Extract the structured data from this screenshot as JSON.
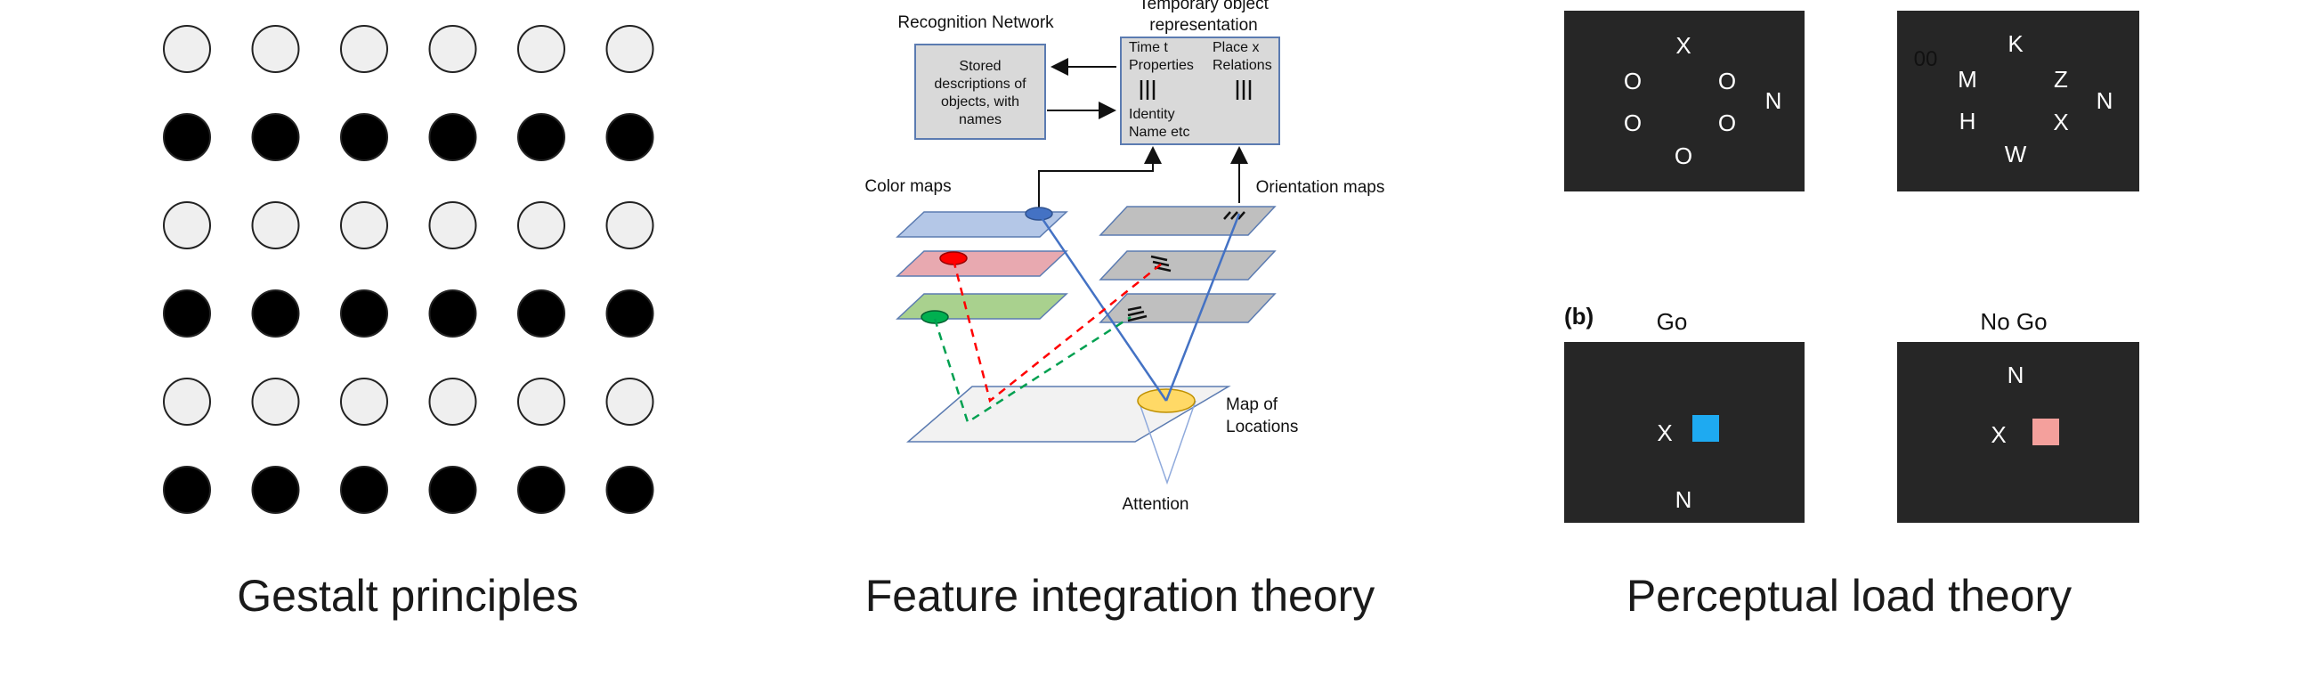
{
  "captions": {
    "gestalt": "Gestalt principles",
    "fit": "Feature integration theory",
    "plt": "Perceptual load theory"
  },
  "gestalt": {
    "rows": 6,
    "cols": 6,
    "row_fills": [
      "light",
      "dark",
      "light",
      "dark",
      "light",
      "dark"
    ],
    "colors": {
      "light": "#efefef",
      "dark": "#000000",
      "stroke": "#222222"
    }
  },
  "fit": {
    "recognition_network": "Recognition Network",
    "stored_desc": [
      "Stored",
      "descriptions of",
      "objects, with",
      "names"
    ],
    "temporary_title": [
      "Temporary object",
      "representation"
    ],
    "time_props": [
      "Time t",
      "Properties"
    ],
    "place_rel": [
      "Place x",
      "Relations"
    ],
    "identity": [
      "Identity",
      "Name etc"
    ],
    "color_maps": "Color maps",
    "orientation_maps": "Orientation maps",
    "map_of_locations": [
      "Map of",
      "Locations"
    ],
    "attention": "Attention",
    "colors": {
      "blue_map": "#b4c7e7",
      "red_map": "#e8a9b0",
      "green_map": "#a9d18e",
      "grey_map": "#bfbfbf",
      "box": "#d9d9d9",
      "box_stroke": "#5b7bb1",
      "line_blue": "#4472c4",
      "line_red": "#ff0000",
      "line_green": "#00a050",
      "spot_yellow": "#ffd966"
    }
  },
  "plt": {
    "screen_color": "#262626",
    "panel_a_left": [
      "X",
      "O",
      "O",
      "O",
      "O",
      "O"
    ],
    "panel_a_right_outside": "N",
    "panel_a_left_outside": "N",
    "panel_a_right": [
      "K",
      "00",
      "M",
      "Z",
      "H",
      "X",
      "W"
    ],
    "label_b": "(b)",
    "go": "Go",
    "no_go": "No Go",
    "go_center": "X",
    "go_bottom": "N",
    "nogo_top": "N",
    "nogo_center": "X",
    "go_square_color": "#1eaaf1",
    "nogo_square_color": "#f4a09c"
  }
}
